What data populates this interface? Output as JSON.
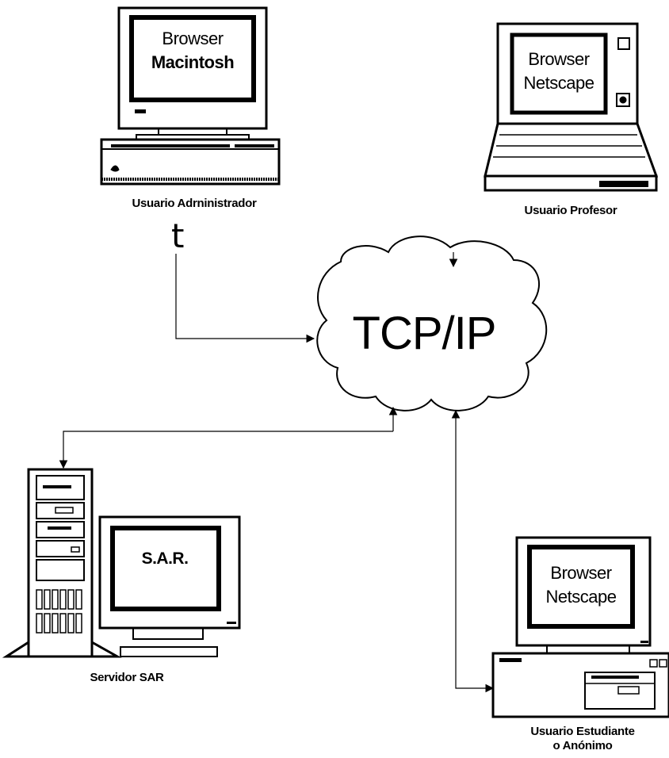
{
  "nodes": {
    "admin": {
      "screen_line1": "Browser",
      "screen_line2": "Macintosh",
      "label": "Usuario Adrninistrador"
    },
    "profesor": {
      "screen_line1": "Browser",
      "screen_line2": "Netscape",
      "label": "Usuario Profesor"
    },
    "network": {
      "label": "TCP/IP"
    },
    "server": {
      "screen_text": "S.A.R.",
      "label": "Servidor SAR"
    },
    "estudiante": {
      "screen_line1": "Browser",
      "screen_line2": "Netscape",
      "label_line1": "Usuario Estudiante",
      "label_line2": "o Anónimo"
    }
  },
  "stray_mark": "t"
}
